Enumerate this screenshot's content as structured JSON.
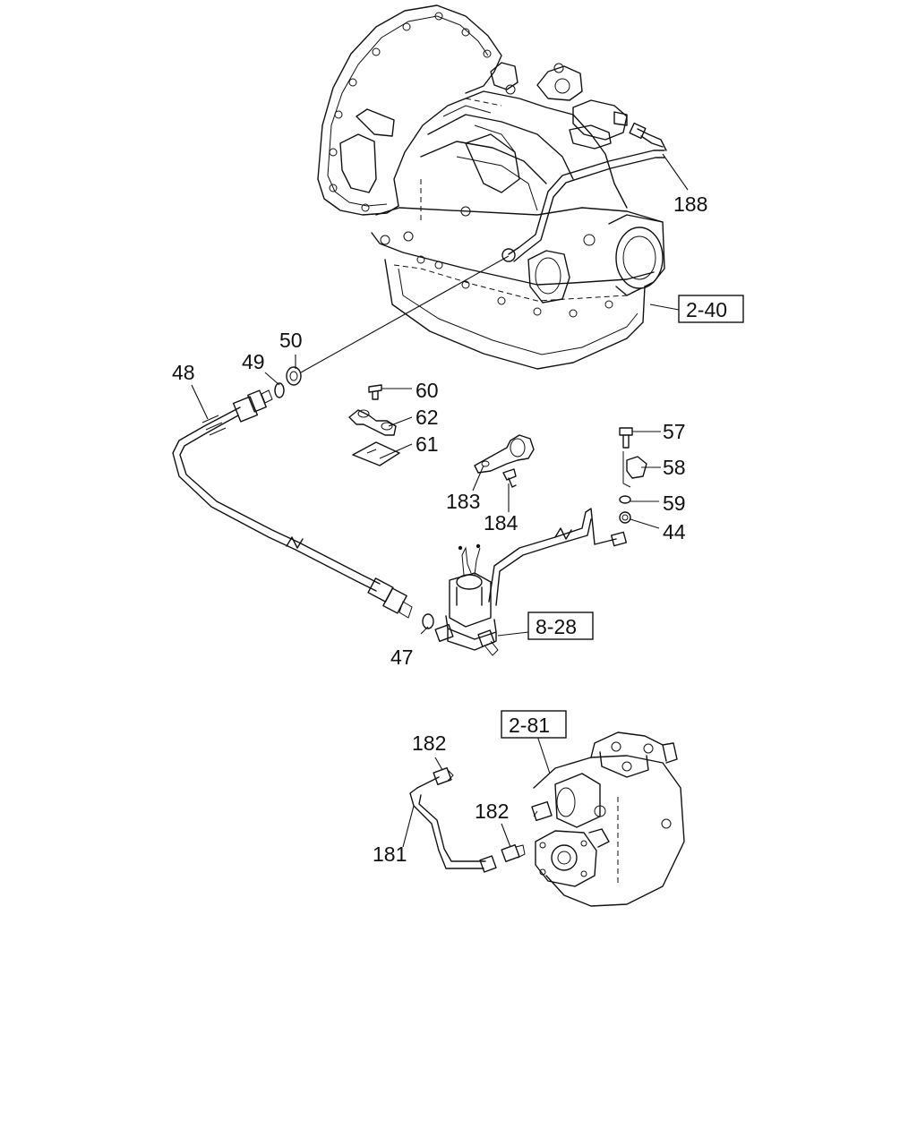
{
  "diagram": {
    "part_labels": {
      "p188": "188",
      "p50": "50",
      "p49": "49",
      "p48": "48",
      "p60": "60",
      "p62": "62",
      "p61": "61",
      "p57": "57",
      "p58": "58",
      "p59": "59",
      "p44": "44",
      "p183": "183",
      "p184": "184",
      "p47": "47",
      "p182a": "182",
      "p182b": "182",
      "p181": "181"
    },
    "reference_boxes": {
      "r240": "2-40",
      "r828": "8-28",
      "r281": "2-81"
    }
  }
}
